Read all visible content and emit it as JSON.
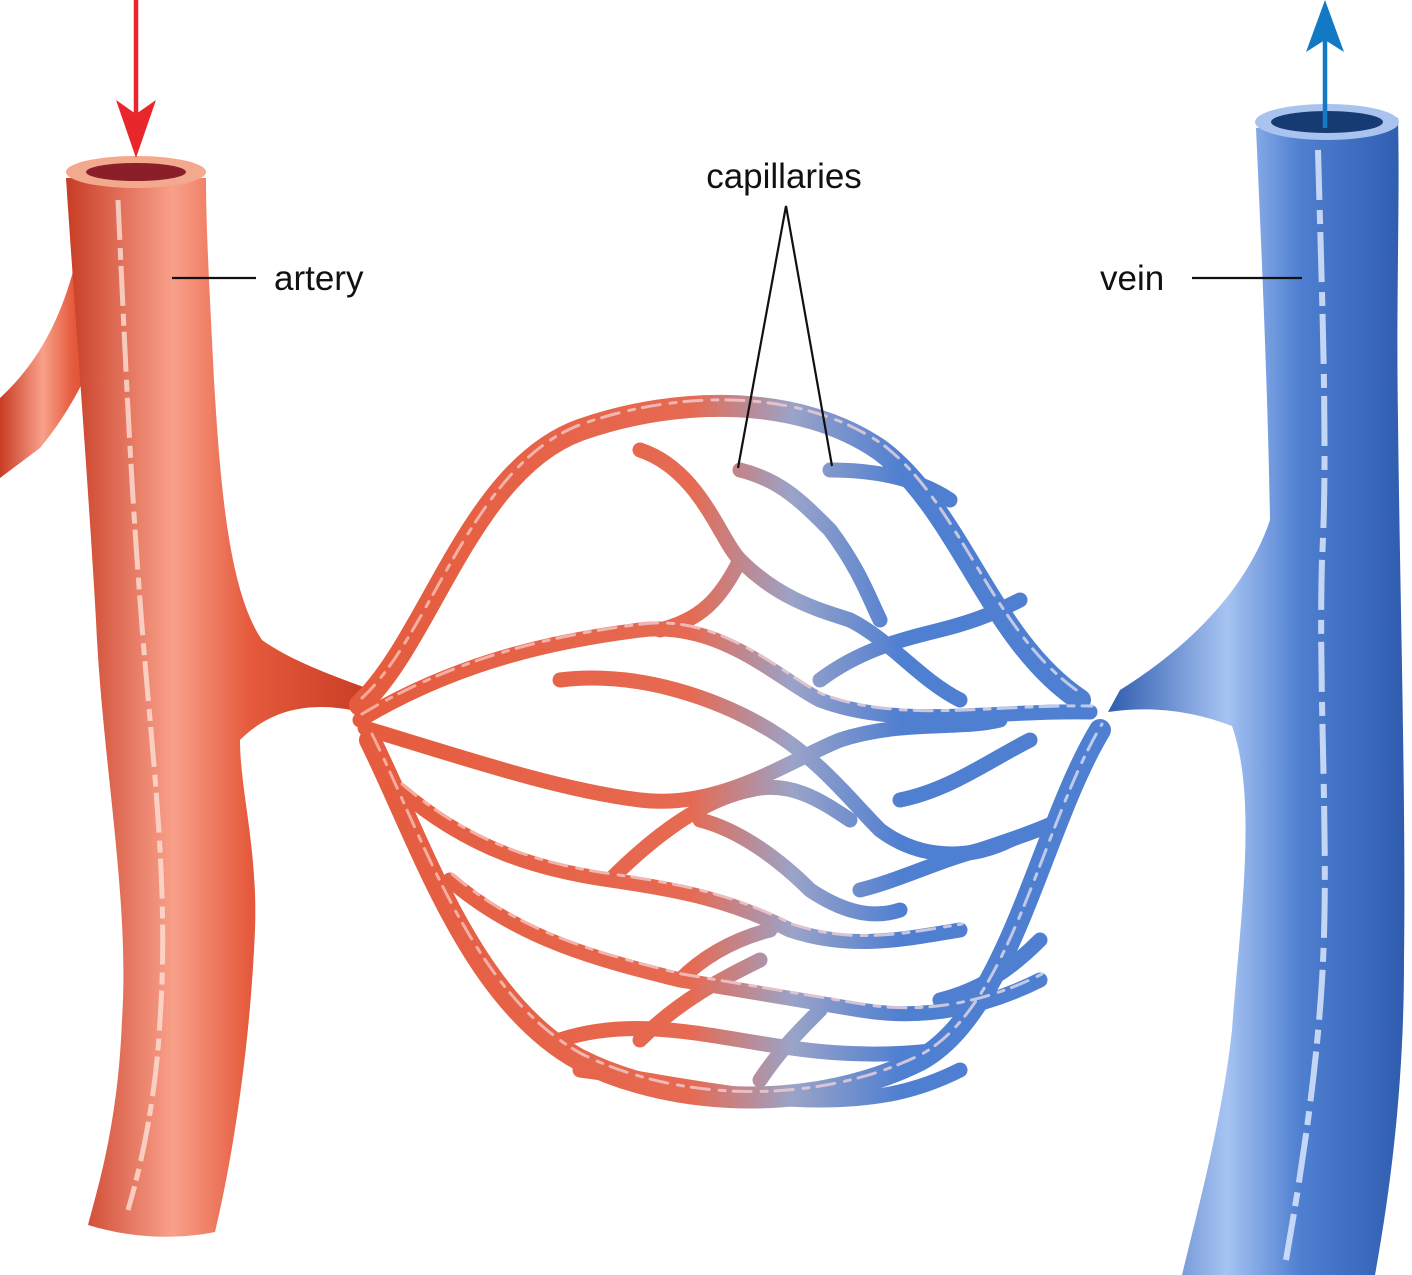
{
  "labels": {
    "artery": "artery",
    "vein": "vein",
    "capillaries": "capillaries"
  },
  "colors": {
    "artery": "#e55a3c",
    "artery_dark": "#c83c24",
    "artery_light": "#f9a08a",
    "vein": "#4f7fd1",
    "vein_dark": "#2f5cae",
    "vein_light": "#a6c3f2",
    "mix": "#9aa3c8",
    "arrow_in": "#e8262c",
    "arrow_out": "#1479c4",
    "line": "#111111"
  },
  "icons": {
    "inflow": "arrow-down-icon",
    "outflow": "arrow-up-icon"
  }
}
